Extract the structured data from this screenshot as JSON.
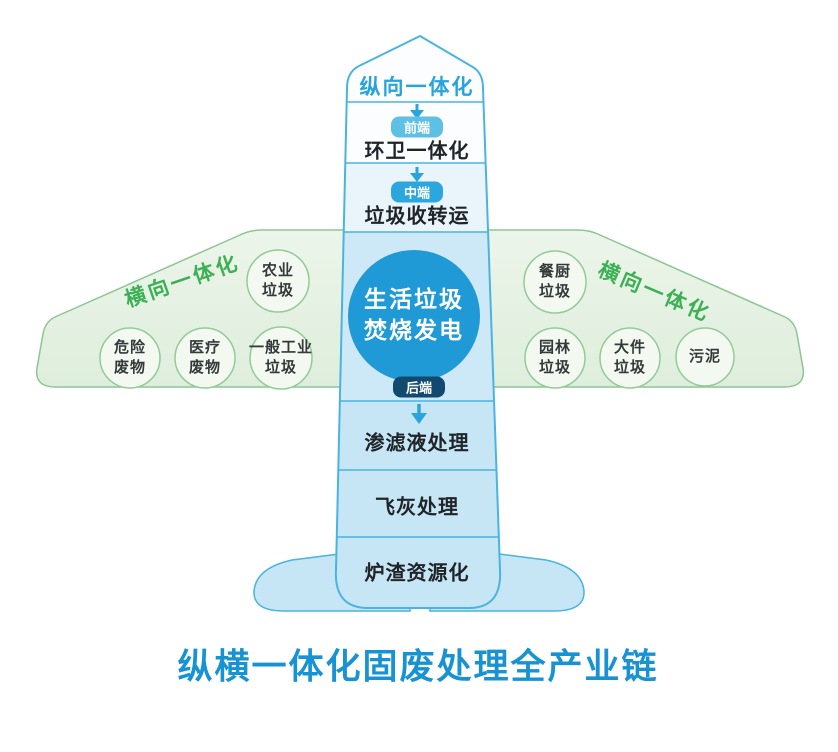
{
  "title": "纵横一体化固废处理全产业链",
  "vertical_axis_label": "纵向一体化",
  "left_wing": {
    "label": "横向一体化",
    "items": [
      "农业\n垃圾",
      "危险\n废物",
      "医疗\n废物",
      "一般工业\n垃圾"
    ]
  },
  "right_wing": {
    "label": "横向一体化",
    "items": [
      "餐厨\n垃圾",
      "园林\n垃圾",
      "大件\n垃圾",
      "污泥"
    ]
  },
  "stages": {
    "front": {
      "badge": "前端",
      "label": "环卫一体化"
    },
    "middle": {
      "badge": "中端",
      "label": "垃圾收转运"
    },
    "back": {
      "badge": "后端"
    }
  },
  "core": "生活垃圾\n焚烧发电",
  "downstream": [
    "渗滤液处理",
    "飞灰处理",
    "炉渣资源化"
  ],
  "colors": {
    "blue_accent": "#29A3DC",
    "core_circle": "#1F9AD6",
    "badge_front": "#5FC0E6",
    "badge_middle": "#2BA6DF",
    "badge_back": "#114A6E",
    "fuselage_stroke": "#49B4DF",
    "fuselage_light": "#C9E8F6",
    "wing_fill": "#E3F0E1",
    "wing_stroke": "#8CC693",
    "green_accent": "#3CB054",
    "title_blue": "#1793D3",
    "text_dark": "#1f2429"
  }
}
